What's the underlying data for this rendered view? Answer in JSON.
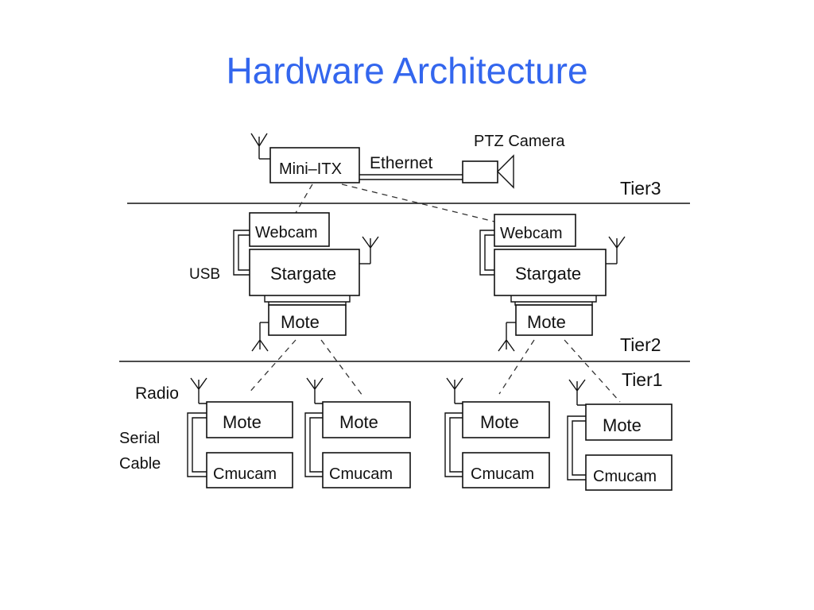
{
  "title": "Hardware Architecture",
  "tiers": {
    "tier3": "Tier3",
    "tier2": "Tier2",
    "tier1": "Tier1"
  },
  "tier3": {
    "mini_itx": "Mini–ITX",
    "ethernet": "Ethernet",
    "ptz_camera": "PTZ Camera"
  },
  "tier2": {
    "usb": "USB",
    "left": {
      "webcam": "Webcam",
      "stargate": "Stargate",
      "mote": "Mote"
    },
    "right": {
      "webcam": "Webcam",
      "stargate": "Stargate",
      "mote": "Mote"
    }
  },
  "tier1": {
    "radio": "Radio",
    "serial_cable_line1": "Serial",
    "serial_cable_line2": "Cable",
    "nodes": [
      {
        "mote": "Mote",
        "cmucam": "Cmucam"
      },
      {
        "mote": "Mote",
        "cmucam": "Cmucam"
      },
      {
        "mote": "Mote",
        "cmucam": "Cmucam"
      },
      {
        "mote": "Mote",
        "cmucam": "Cmucam"
      }
    ]
  }
}
